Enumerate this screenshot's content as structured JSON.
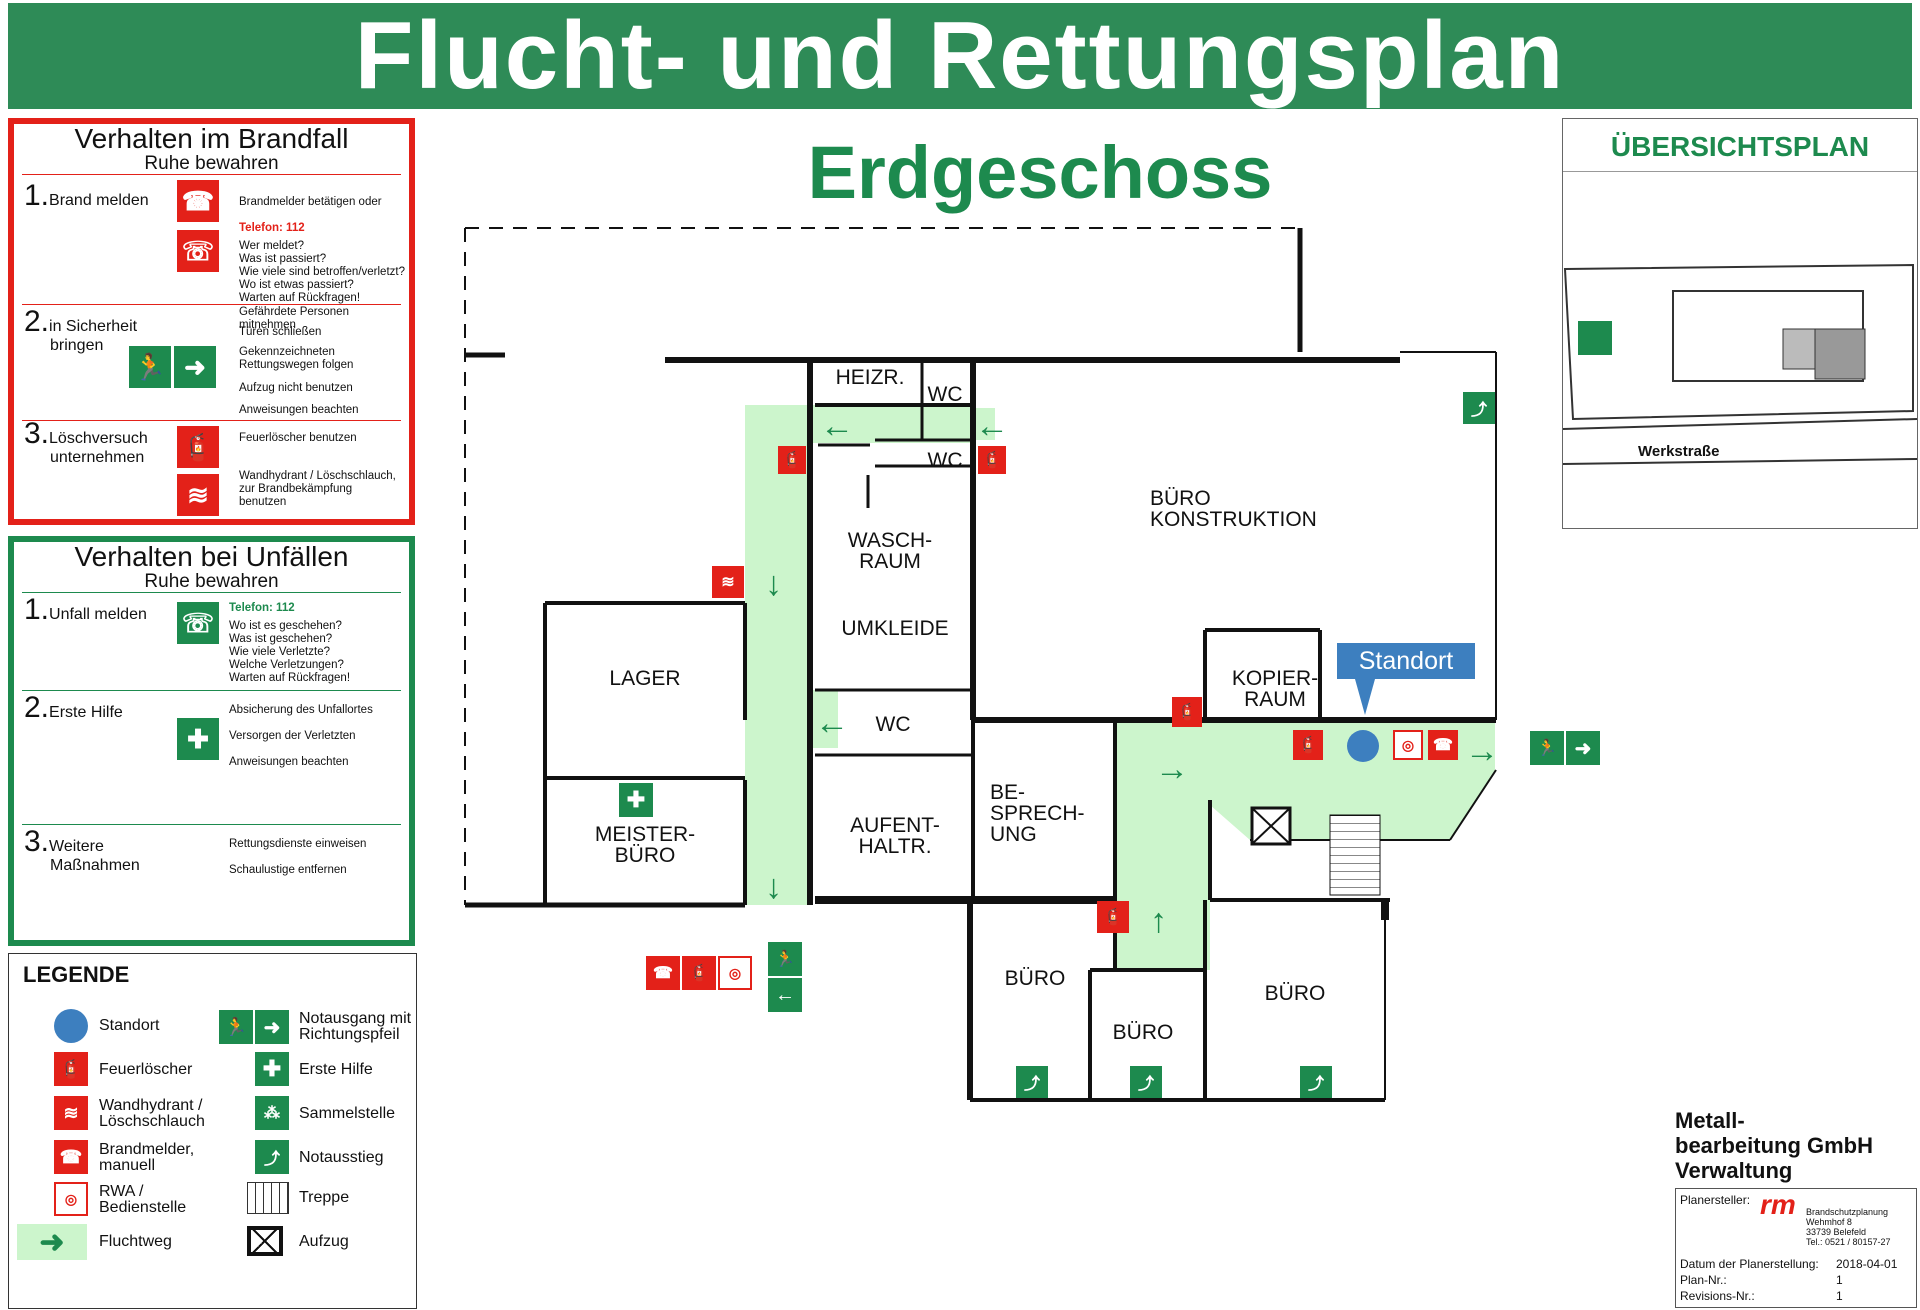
{
  "title": "Flucht- und Rettungsplan",
  "floor": "Erdgeschoss",
  "fire_box": {
    "heading": "Verhalten im Brandfall",
    "sub": "Ruhe bewahren",
    "steps": [
      {
        "num": "1.",
        "label": "Brand melden"
      },
      {
        "num": "2.",
        "label_1": "in Sicherheit",
        "label_2": "bringen"
      },
      {
        "num": "3.",
        "label_1": "Löschversuch",
        "label_2": "unternehmen"
      }
    ],
    "notes": {
      "n1": "Brandmelder betätigen oder",
      "n2": "Telefon: 112",
      "n3": [
        "Wer meldet?",
        "Was ist passiert?",
        "Wie viele sind betroffen/verletzt?",
        "Wo ist etwas passiert?",
        "Warten auf Rückfragen!"
      ],
      "n4": "Gefährdete Personen mitnehmen",
      "n5": "Türen schließen",
      "n6": [
        "Gekennzeichneten",
        "Rettungswegen folgen"
      ],
      "n7": "Aufzug nicht benutzen",
      "n8": "Anweisungen beachten",
      "n9": "Feuerlöscher benutzen",
      "n10": [
        "Wandhydrant / Löschschlauch,",
        "zur Brandbekämpfung",
        "benutzen"
      ]
    }
  },
  "accident_box": {
    "heading": "Verhalten bei Unfällen",
    "sub": "Ruhe bewahren",
    "steps": [
      {
        "num": "1.",
        "label": "Unfall melden"
      },
      {
        "num": "2.",
        "label": "Erste Hilfe"
      },
      {
        "num": "3.",
        "label_1": "Weitere",
        "label_2": "Maßnahmen"
      }
    ],
    "notes": {
      "n1": "Telefon: 112",
      "n2": [
        "Wo ist es geschehen?",
        "Was ist geschehen?",
        "Wie viele Verletzte?",
        "Welche Verletzungen?",
        "Warten auf Rückfragen!"
      ],
      "n3": "Absicherung des Unfallortes",
      "n4": "Versorgen der Verletzten",
      "n5": "Anweisungen beachten",
      "n6": "Rettungsdienste einweisen",
      "n7": "Schaulustige entfernen"
    }
  },
  "legend": {
    "heading": "LEGENDE",
    "items": {
      "standort": "Standort",
      "feuerloescher": "Feuerlöscher",
      "wandhydrant": [
        "Wandhydrant /",
        "Löschschlauch"
      ],
      "brandmelder": [
        "Brandmelder,",
        "manuell"
      ],
      "rwa": [
        "RWA /",
        "Bedienstelle"
      ],
      "fluchtweg": "Fluchtweg",
      "notausgang": [
        "Notausgang mit",
        "Richtungspfeil"
      ],
      "erste_hilfe": "Erste Hilfe",
      "sammelstelle": "Sammelstelle",
      "notausstieg": "Notausstieg",
      "treppe": "Treppe",
      "aufzug": "Aufzug"
    }
  },
  "overview": {
    "heading": "ÜBERSICHTSPLAN",
    "street": "Werkstraße"
  },
  "rooms": {
    "heizr": "HEIZR.",
    "wc1": "WC",
    "wc2": "WC",
    "wc3": "WC",
    "wasch": [
      "WASCH-",
      "RAUM"
    ],
    "umkleide": "UMKLEIDE",
    "lager": "LAGER",
    "meister": [
      "MEISTER-",
      "BÜRO"
    ],
    "aufent": [
      "AUFENT-",
      "HALTR."
    ],
    "besprech": [
      "BE-",
      "SPRECH-",
      "UNG"
    ],
    "kopier": [
      "KOPIER-",
      "RAUM"
    ],
    "konstruktion": [
      "BÜRO",
      "KONSTRUKTION"
    ],
    "buero1": "BÜRO",
    "buero2": "BÜRO",
    "buero3": "BÜRO"
  },
  "standort_label": "Standort",
  "company": [
    "Metall-",
    "bearbeitung GmbH",
    "Verwaltung"
  ],
  "footer": {
    "planersteller_label": "Planersteller:",
    "firm_logo": "rm",
    "firm": [
      "Brandschutzplanung",
      "Wehmhof 8",
      "33739 Belefeld",
      "Tel.: 0521 / 80157-27"
    ],
    "date_label": "Datum der Planerstellung:",
    "date": "2018-04-01",
    "plan_label": "Plan-Nr.:",
    "plan": "1",
    "rev_label": "Revisions-Nr.:",
    "rev": "1"
  },
  "colors": {
    "green": "#1d8a4e",
    "red": "#e32119",
    "escape_route": "#ccf5cc",
    "standort": "#3d7fbf"
  },
  "icons": [
    "fire-alarm-icon",
    "phone-icon",
    "exit-run-icon",
    "arrow-icon",
    "extinguisher-icon",
    "hose-icon",
    "first-aid-icon",
    "assembly-icon",
    "emergency-hatch-icon",
    "stairs-icon",
    "elevator-icon",
    "rwa-icon"
  ]
}
